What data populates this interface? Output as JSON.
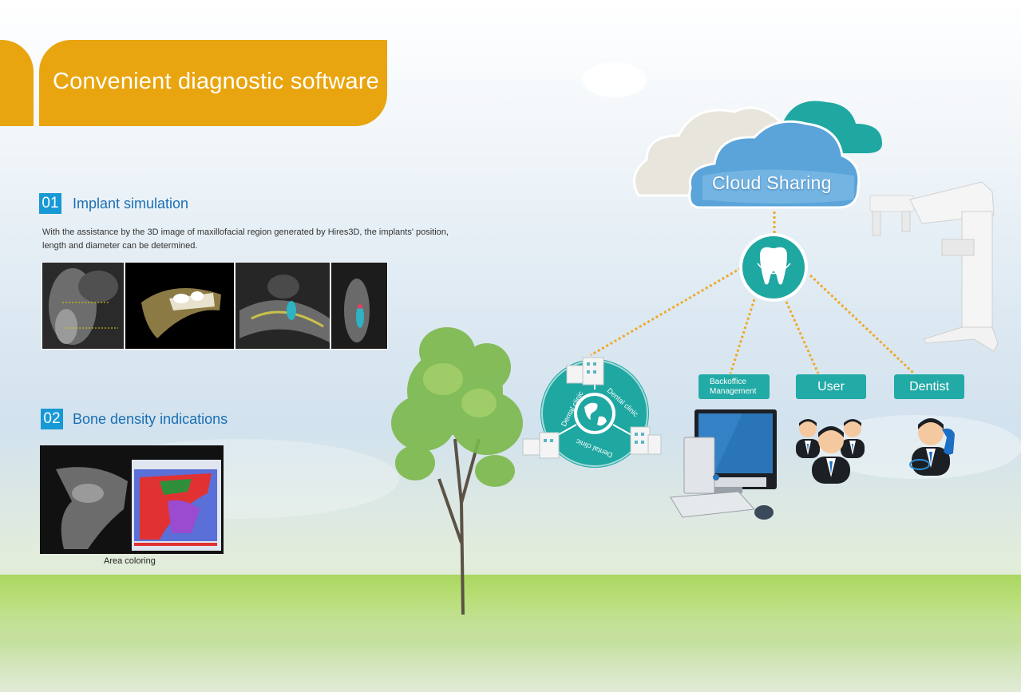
{
  "banner": {
    "title": "Convenient diagnostic software"
  },
  "section1": {
    "number": "01",
    "title": "Implant simulation",
    "description": "With the assistance by the 3D image of maxillofacial region generated by Hires3D, the implants' position, length and diameter can be determined."
  },
  "section2": {
    "number": "02",
    "title": "Bone density indications",
    "caption": "Area coloring"
  },
  "diagram": {
    "cloud_label": "Cloud Sharing",
    "ring_labels": [
      "Dental clinic",
      "Dental clinic",
      "Dental clinic"
    ],
    "backoffice_label_line1": "Backoffice",
    "backoffice_label_line2": "Management",
    "user_label": "User",
    "dentist_label": "Dentist"
  },
  "colors": {
    "banner": "#e9a50f",
    "section_blue": "#1799d6",
    "teal": "#22aaa6",
    "cloud_blue": "#5aa4da",
    "dotted_line": "#f0a92a"
  }
}
